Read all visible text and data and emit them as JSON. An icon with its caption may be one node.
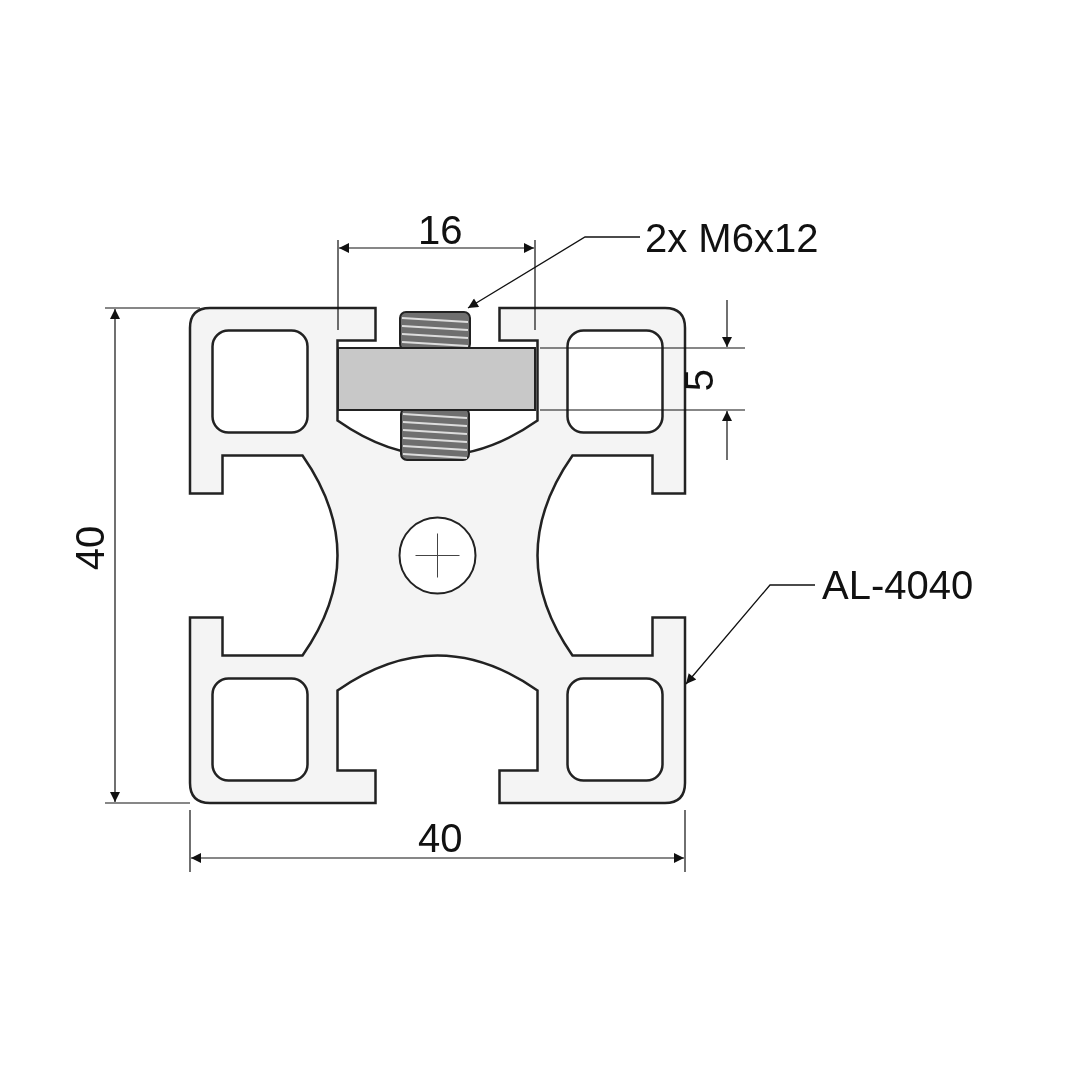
{
  "diagram": {
    "nodes": [
      {
        "text": [
          "2x M6x12"
        ]
      },
      {
        "text": [],
        "shape": "picture"
      },
      {
        "text": [
          "AL-4040"
        ]
      },
      {
        "text": [],
        "shape": "picture"
      }
    ],
    "edges": [
      {
        "from": 0,
        "to": 1,
        "arrow": "to"
      },
      {
        "from": 2,
        "to": 3,
        "arrow": "to"
      }
    ],
    "labels": [
      "16",
      "5",
      "40",
      "40"
    ]
  }
}
